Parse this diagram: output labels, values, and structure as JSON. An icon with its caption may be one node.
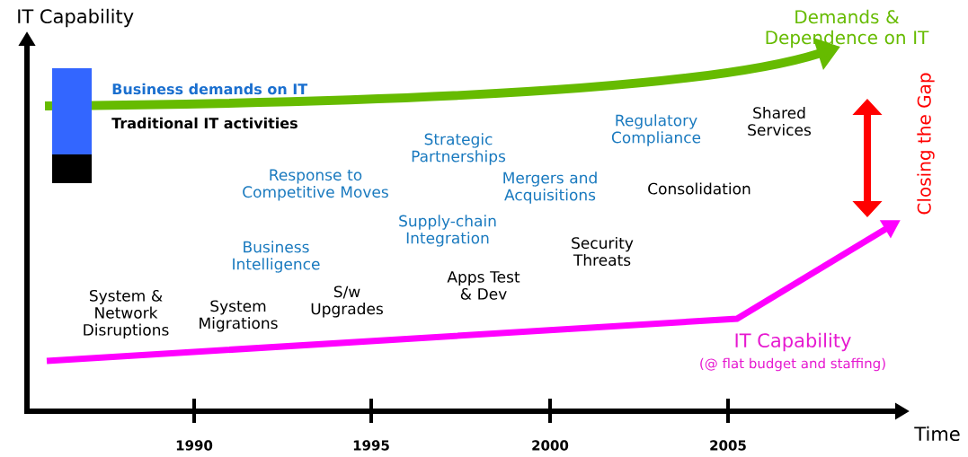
{
  "diagram": {
    "labels": [
      "IT Capability",
      "Demands & Dependence on IT",
      "Regulatory Compliance",
      "Shared Services",
      "Strategic Partnerships",
      "Closing the Gap",
      "Response to Competitive Moves",
      "Mergers and Acquisitions",
      "Consolidation",
      "Supply-chain Integration",
      "Business Intelligence",
      "Security Threats",
      "Apps Test & Dev",
      "System & Network Disruptions",
      "System Migrations",
      "S/w Upgrades",
      "IT Capability",
      "(@ flat budget and staffing)",
      "1990",
      "1995",
      "2000",
      "2005",
      "Time"
    ],
    "legend": [
      {
        "text": "Business demands on IT",
        "color": "#3366ff"
      },
      {
        "text": "Traditional IT activities",
        "color": "#000000"
      }
    ]
  }
}
